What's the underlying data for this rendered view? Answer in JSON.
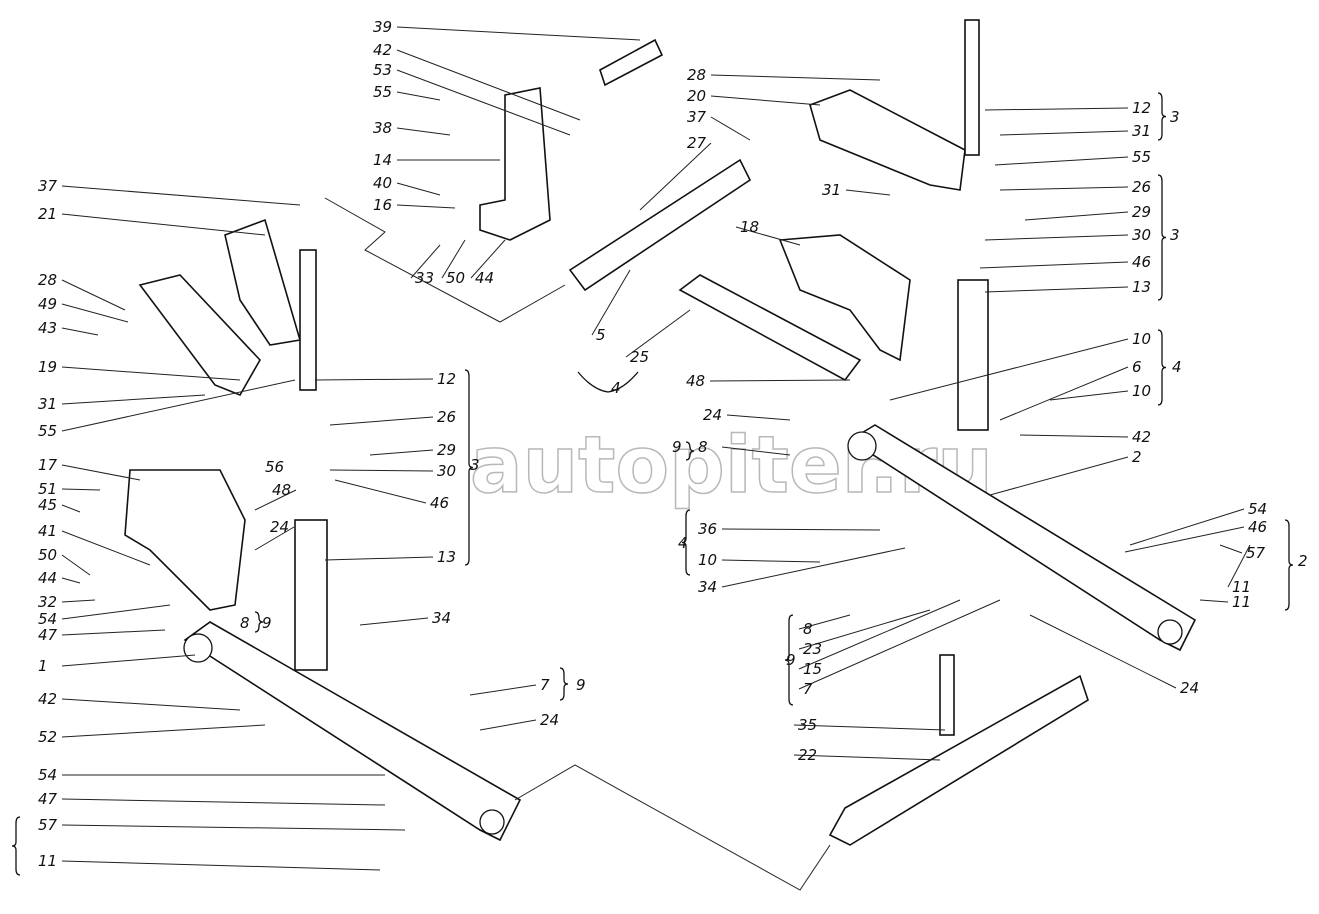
{
  "watermark": "autopiter.ru",
  "labels": [
    "37",
    "21",
    "28",
    "49",
    "43",
    "19",
    "31",
    "55",
    "17",
    "51",
    "45",
    "41",
    "50",
    "44",
    "32",
    "54",
    "47",
    "1",
    "42",
    "52",
    "54",
    "47",
    "57",
    "11",
    "39",
    "42",
    "53",
    "55",
    "38",
    "14",
    "40",
    "16",
    "33",
    "50",
    "44",
    "27",
    "28",
    "20",
    "37",
    "31",
    "18",
    "12",
    "31",
    "3",
    "55",
    "26",
    "29",
    "30",
    "3",
    "46",
    "13",
    "5",
    "25",
    "4",
    "48",
    "12",
    "26",
    "29",
    "30",
    "3",
    "46",
    "13",
    "56",
    "48",
    "24",
    "8",
    "9",
    "34",
    "7",
    "9",
    "24",
    "10",
    "6",
    "4",
    "10",
    "42",
    "2",
    "24",
    "9",
    "8",
    "54",
    "46",
    "57",
    "11",
    "2",
    "11",
    "36",
    "10",
    "4",
    "34",
    "8",
    "23",
    "15",
    "7",
    "9",
    "24",
    "35",
    "22"
  ]
}
